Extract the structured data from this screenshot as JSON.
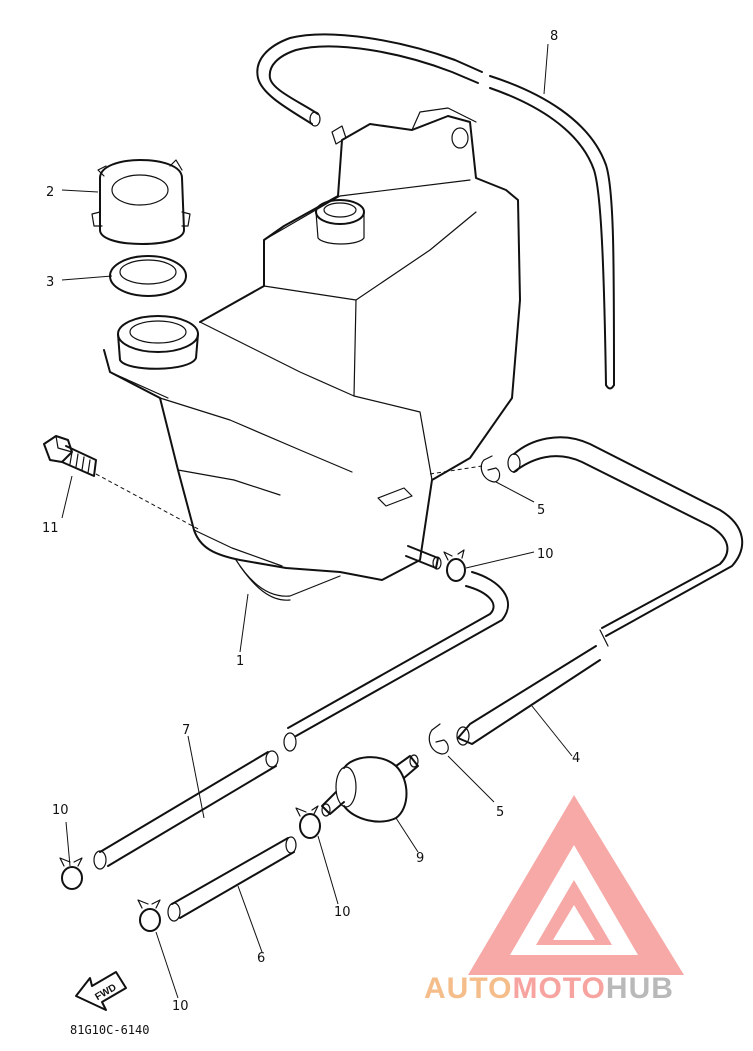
{
  "callouts": {
    "c1": "1",
    "c2": "2",
    "c3": "3",
    "c4": "4",
    "c5a": "5",
    "c5b": "5",
    "c6": "6",
    "c7": "7",
    "c8": "8",
    "c9": "9",
    "c10a": "10",
    "c10b": "10",
    "c10c": "10",
    "c10d": "10",
    "c11": "11"
  },
  "direction_label": "FWD",
  "diagram_code": "81G10C-6140",
  "watermark": {
    "brand": "AUTOMOTOHUB",
    "auto": "AUTO",
    "moto": "MOTO",
    "hub": "HUB",
    "colors": {
      "auto": "#f5bd8a",
      "moto": "#f7a39f",
      "hub": "#b9b9b9",
      "triangle": "#f58f8c"
    }
  }
}
